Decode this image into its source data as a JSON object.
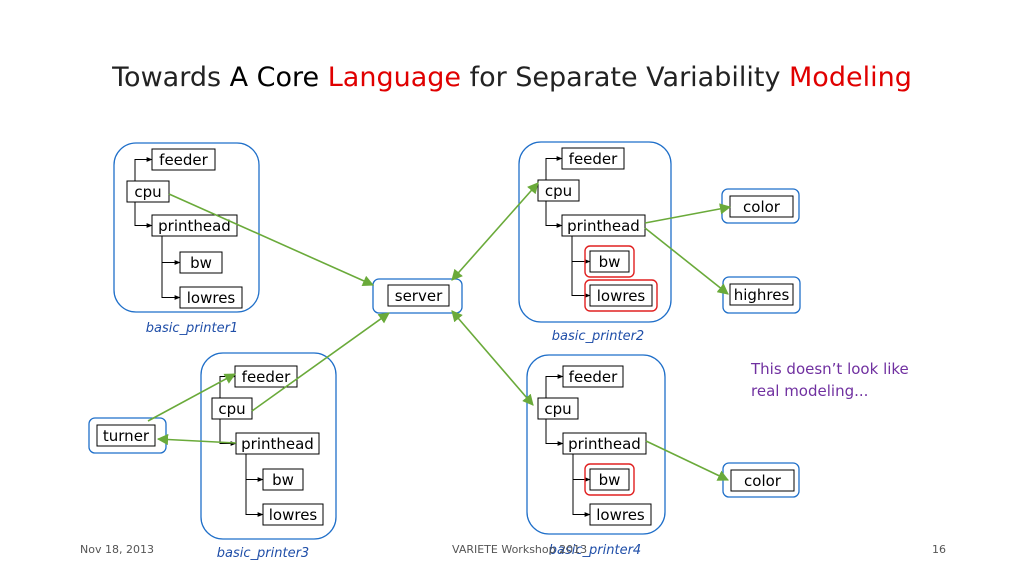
{
  "title": {
    "parts": [
      {
        "text": "Towards ",
        "color": "#222222"
      },
      {
        "text": "A Core ",
        "color": "#000000"
      },
      {
        "text": "Language",
        "color": "#e00000"
      },
      {
        "text": " for Separate Variability ",
        "color": "#222222"
      },
      {
        "text": "Modeling",
        "color": "#e00000"
      }
    ]
  },
  "colors": {
    "container_stroke": "#1f6fc9",
    "box_stroke": "#000000",
    "highlight_stroke": "#e02020",
    "arrow": "#6aaa3a",
    "caption": "#1f4ea8",
    "note": "#7030a0"
  },
  "diagram": {
    "nodes": [
      {
        "id": "p1-feeder",
        "label": "feeder"
      },
      {
        "id": "p1-cpu",
        "label": "cpu"
      },
      {
        "id": "p1-printhead",
        "label": "printhead"
      },
      {
        "id": "p1-bw",
        "label": "bw"
      },
      {
        "id": "p1-lowres",
        "label": "lowres"
      },
      {
        "id": "p2-feeder",
        "label": "feeder"
      },
      {
        "id": "p2-cpu",
        "label": "cpu"
      },
      {
        "id": "p2-printhead",
        "label": "printhead"
      },
      {
        "id": "p2-bw",
        "label": "bw",
        "highlight": true
      },
      {
        "id": "p2-lowres",
        "label": "lowres",
        "highlight": true
      },
      {
        "id": "p3-feeder",
        "label": "feeder"
      },
      {
        "id": "p3-cpu",
        "label": "cpu"
      },
      {
        "id": "p3-printhead",
        "label": "printhead"
      },
      {
        "id": "p3-bw",
        "label": "bw"
      },
      {
        "id": "p3-lowres",
        "label": "lowres"
      },
      {
        "id": "p4-feeder",
        "label": "feeder"
      },
      {
        "id": "p4-cpu",
        "label": "cpu"
      },
      {
        "id": "p4-printhead",
        "label": "printhead"
      },
      {
        "id": "p4-bw",
        "label": "bw",
        "highlight": true
      },
      {
        "id": "p4-lowres",
        "label": "lowres"
      },
      {
        "id": "server",
        "label": "server"
      },
      {
        "id": "color-1",
        "label": "color"
      },
      {
        "id": "highres",
        "label": "highres"
      },
      {
        "id": "color-2",
        "label": "color"
      },
      {
        "id": "turner",
        "label": "turner"
      }
    ],
    "containers": [
      {
        "id": "basic_printer1",
        "caption": "basic_printer1"
      },
      {
        "id": "basic_printer2",
        "caption": "basic_printer2"
      },
      {
        "id": "basic_printer3",
        "caption": "basic_printer3"
      },
      {
        "id": "basic_printer4",
        "caption": "basic_printer4"
      }
    ],
    "edges": [
      {
        "from": "p1-cpu",
        "to": "server"
      },
      {
        "from": "server",
        "to": "p2-cpu"
      },
      {
        "from": "p3-cpu",
        "to": "server"
      },
      {
        "from": "server",
        "to": "p4-cpu"
      },
      {
        "from": "p2-printhead",
        "to": "color-1"
      },
      {
        "from": "p2-printhead",
        "to": "highres"
      },
      {
        "from": "p4-printhead",
        "to": "color-2"
      },
      {
        "from": "turner",
        "to": "p3-feeder"
      },
      {
        "from": "p3-printhead",
        "to": "turner"
      }
    ]
  },
  "note": {
    "text": "This doesn’t look like real modeling..."
  },
  "footer": {
    "date": "Nov 18, 2013",
    "event": "VARIETE Workshop 2013",
    "page": "16"
  }
}
